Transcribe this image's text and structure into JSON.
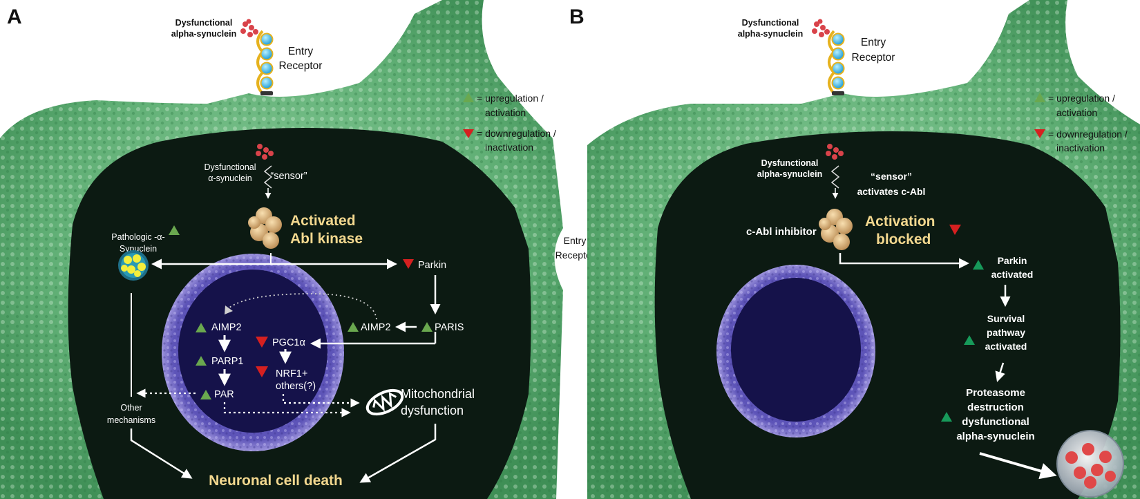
{
  "panel_a": {
    "letter": "A",
    "dysfunctional_line1": "Dysfunctional",
    "dysfunctional_line2": "alpha-synuclein",
    "entry_line1": "Entry",
    "entry_line2": "Receptor",
    "legend_up_line1": "= upregulation /",
    "legend_up_line2": "activation",
    "legend_down_line1": "= downregulation /",
    "legend_down_line2": "inactivation",
    "inner_dys_line1": "Dysfunctional",
    "inner_dys_line2": "α-synuclein",
    "sensor": "“sensor”",
    "activated_line1": "Activated",
    "activated_line2": "Abl kinase",
    "pathologic_line1": "Pathologic -α-",
    "pathologic_line2": "Synuclein",
    "parkin": "Parkin",
    "paris": "PARIS",
    "aimp2_out": "AIMP2",
    "aimp2_in": "AIMP2",
    "parp1": "PARP1",
    "par": "PAR",
    "pgc1a": "PGC1α",
    "nrf1_line1": "NRF1+",
    "nrf1_line2": "others(?)",
    "other_line1": "Other",
    "other_line2": "mechanisms",
    "mito_line1": "Mitochondrial",
    "mito_line2": "dysfunction",
    "death": "Neuronal cell death"
  },
  "panel_b": {
    "letter": "B",
    "dysfunctional_line1": "Dysfunctional",
    "dysfunctional_line2": "alpha-synuclein",
    "entry_line1": "Entry",
    "entry_line2": "Receptor",
    "legend_up_line1": "= upregulation /",
    "legend_up_line2": "activation",
    "legend_down_line1": "= downregulation /",
    "legend_down_line2": "inactivation",
    "inner_dys_line1": "Dysfunctional",
    "inner_dys_line2": "alpha-synuclein",
    "sensor_line1": "“sensor”",
    "sensor_line2": "activates c-Abl",
    "inhibitor": "c-Abl inhibitor",
    "blocked_line1": "Activation",
    "blocked_line2": "blocked",
    "parkin_line1": "Parkin",
    "parkin_line2": "activated",
    "survival_line1": "Survival",
    "survival_line2": "pathway",
    "survival_line3": "activated",
    "proteasome_line1": "Proteasome",
    "proteasome_line2": "destruction",
    "proteasome_line3": "dysfunctional",
    "proteasome_line4": "alpha-synuclein"
  },
  "middle_entry_line1": "Entry",
  "middle_entry_line2": "Receptor",
  "colors": {
    "membrane": "#5fae74",
    "cytoplasm": "#0c1a12",
    "nucleus_envelope": "#8f86d6",
    "nucleus_interior": "#15124a",
    "up_triangle": "#6aa84f",
    "down_triangle": "#d62020",
    "title_gold": "#f3d88f"
  }
}
